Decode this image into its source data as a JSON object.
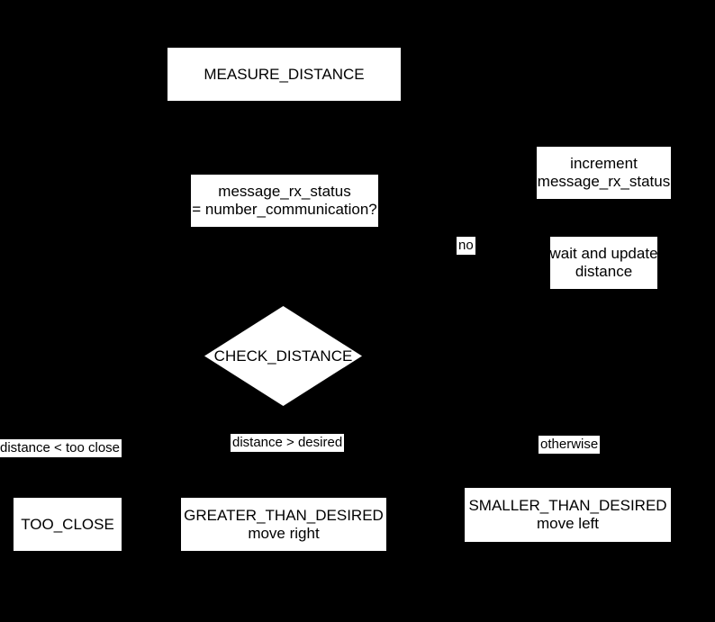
{
  "colors": {
    "background": "#000000",
    "node_fill": "#ffffff",
    "node_text": "#000000"
  },
  "diagram": {
    "nodes": {
      "measure": {
        "lines": [
          "MEASURE_DISTANCE"
        ]
      },
      "msgcheck": {
        "lines": [
          "message_rx_status",
          "= number_communication?"
        ]
      },
      "increment": {
        "lines": [
          "increment",
          "message_rx_status"
        ]
      },
      "wait": {
        "lines": [
          "wait and update",
          "distance"
        ]
      },
      "decision": {
        "lines": [
          "CHECK_DISTANCE"
        ]
      },
      "tooclose": {
        "lines": [
          "TOO_CLOSE"
        ]
      },
      "greater": {
        "lines": [
          "GREATER_THAN_DESIRED",
          "move right"
        ]
      },
      "smaller": {
        "lines": [
          "SMALLER_THAN_DESIRED",
          "move left"
        ]
      }
    },
    "edge_labels": {
      "no": "no",
      "lt_too_close": "distance < too close",
      "gt_desired": "distance > desired",
      "otherwise": "otherwise"
    }
  }
}
